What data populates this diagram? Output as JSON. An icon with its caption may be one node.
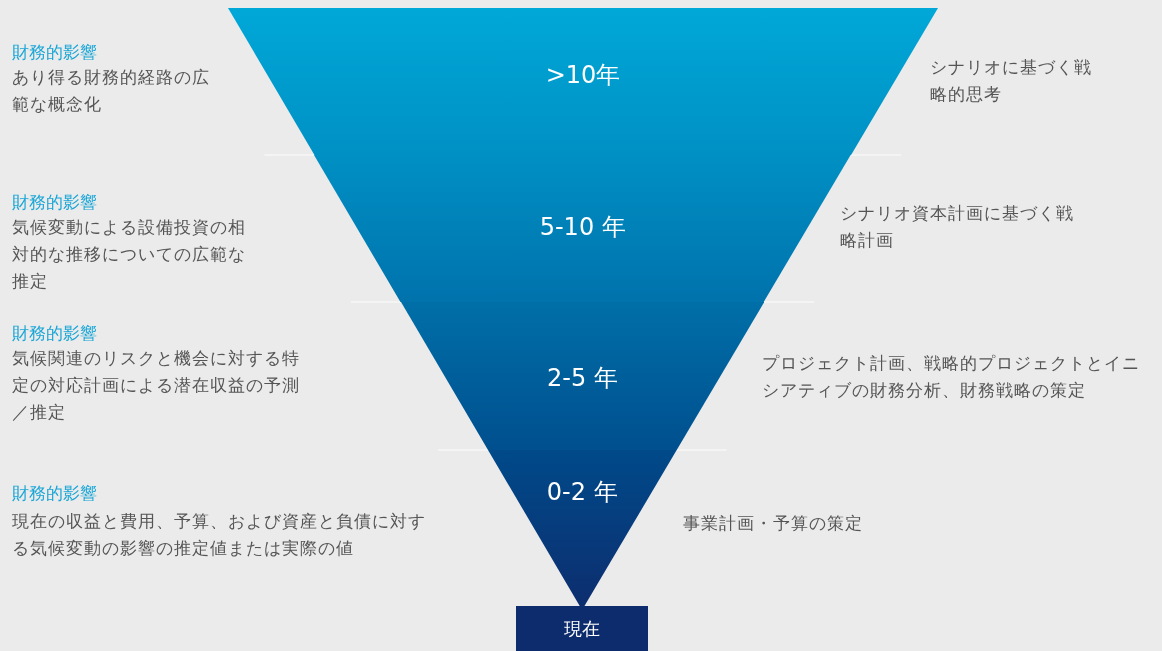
{
  "diagram": {
    "nodes": [
      {
        "text": [
          ">10年"
        ],
        "beside": [
          "財務的影響",
          "あり得る財務的経路の広範な概念化",
          "シナリオに基づく戦略的思考"
        ]
      },
      {
        "text": [
          "5-10 年"
        ],
        "beside": [
          "財務的影響",
          "気候変動による設備投資の相対的な推移についての広範な推定",
          "シナリオ資本計画に基づく戦略計画"
        ]
      },
      {
        "text": [
          "2-5 年"
        ],
        "beside": [
          "財務的影響",
          "気候関連のリスクと機会に対する特定の対応計画による潜在収益の予測／推定",
          "プロジェクト計画、戦略的プロジェクトとイニシアティブの財務分析、財務戦略の策定"
        ]
      },
      {
        "text": [
          "0-2 年"
        ],
        "beside": [
          "財務的影響",
          "現在の収益と費用、予算、および資産と負債に対する気候変動の影響の推定値または実際の値",
          "事業計画・予算の策定"
        ]
      },
      {
        "text": [
          "現在"
        ]
      }
    ]
  }
}
